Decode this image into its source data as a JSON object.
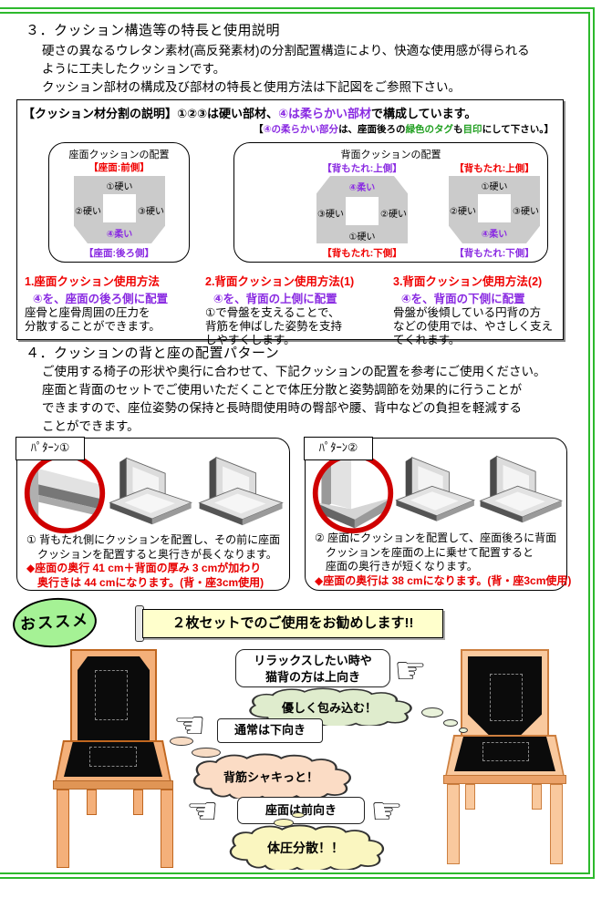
{
  "section3": {
    "heading": "３．クッション構造等の特長と使用説明",
    "body": [
      "硬さの異なるウレタン素材(高反発素材)の分割配置構造により、快適な使用感が得られる",
      "ように工夫したクッションです。",
      "クッション部材の構成及び部材の特長と使用方法は下記図をご参照下さい。"
    ]
  },
  "explain_box": {
    "title": {
      "pre": "【クッション材分割の説明】①②③は硬い部材、",
      "soft": "④は柔らかい部材",
      "post": "で構成しています。"
    },
    "note": {
      "p1": "【",
      "p2": "④の柔らかい部分",
      "p3": "は、座面後ろの",
      "p4": "緑色のタグ",
      "p5": "も",
      "p6": "目印",
      "p7": "にして下さい。】"
    },
    "seat_panel": {
      "title": "座面クッションの配置",
      "front_label": "【座面:前側】",
      "back_label": "【座面:後ろ側】",
      "top": "①硬い",
      "left": "②硬い",
      "right": "③硬い",
      "bottom": "④柔い"
    },
    "back_panel": {
      "title": "背面クッションの配置",
      "a_upper": "【背もたれ:上側】",
      "a_lower": "【背もたれ:下側】",
      "b_upper": "【背もたれ:上側】",
      "b_lower": "【背もたれ:下側】",
      "a": {
        "top": "④柔い",
        "left": "③硬い",
        "right": "②硬い",
        "bottom": "①硬い"
      },
      "b": {
        "top": "①硬い",
        "left": "②硬い",
        "right": "③硬い",
        "bottom": "④柔い"
      }
    },
    "usages": [
      {
        "title": "1.座面クッション使用方法",
        "sub": "④を、座面の後ろ側に配置",
        "lines": [
          "座骨と座骨周囲の圧力を",
          "分散することができます。"
        ]
      },
      {
        "title": "2.背面クッション使用方法(1)",
        "sub": "④を、背面の上側に配置",
        "lines": [
          "①で骨盤を支えることで、",
          "背筋を伸ばした姿勢を支持",
          "しやすくします。"
        ]
      },
      {
        "title": "3.背面クッション使用方法(2)",
        "sub": "④を、背面の下側に配置",
        "lines": [
          "骨盤が後傾している円背の方",
          "などの使用では、やさしく支え",
          "てくれます。"
        ]
      }
    ]
  },
  "section4": {
    "heading": "４．クッションの背と座の配置パターン",
    "body": [
      "ご使用する椅子の形状や奥行に合わせて、下記クッションの配置を参考にご使用ください。",
      "座面と背面のセットでご使用いただくことで体圧分散と姿勢調節を効果的に行うことが",
      "できますので、座位姿勢の保持と長時間使用時の臀部や腰、背中などの負担を軽減する",
      "ことができます。"
    ]
  },
  "patterns": [
    {
      "tab": "ﾊﾟﾀｰﾝ①",
      "lines": [
        "① 背もたれ側にクッションを配置し、その前に座面",
        "　クッションを配置すると奥行きが長くなります。"
      ],
      "red_lines": [
        "◆座面の奥行 41 cm＋背面の厚み 3 cmが加わり",
        "　奥行きは 44 cmになります。(背・座3cm使用)"
      ]
    },
    {
      "tab": "ﾊﾟﾀｰﾝ②",
      "lines": [
        "② 座面にクッションを配置して、座面後ろに背面",
        "　クッションを座面の上に乗せて配置すると",
        "　座面の奥行きが短くなります。"
      ],
      "red_lines": [
        "◆座面の奥行は 38 cmになります。(背・座3cm使用)"
      ]
    }
  ],
  "recommend": {
    "badge": "おススメ",
    "banner": "２枚セットでのご使用をお勧めします!!",
    "bubbles": {
      "relax1": "リラックスしたい時や",
      "relax2": "猫背の方は上向き",
      "wrap": "優しく包み込む！",
      "normal": "通常は下向き",
      "straight": "背筋シャキっと！",
      "front": "座面は前向き",
      "pressure": "体圧分散！！"
    },
    "hand_right": "☞",
    "hand_left": "☜"
  },
  "colors": {
    "frame_green": "#2db92d",
    "purple": "#8a2be2",
    "red": "#f00000",
    "tag_green": "#22a022",
    "diagram_gray": "#cbcbcb",
    "badge_green": "#a5f295",
    "banner_yellow": "#ffffcc",
    "cloud_green": "#dfeccd",
    "cloud_peach": "#fbdcc5",
    "cloud_yellow": "#faf6c0",
    "chair_wood_left": "#f4b07a",
    "chair_wood_right": "#f9c99e",
    "cushion_black": "#0b0b0b",
    "circle_red": "#cf0000"
  }
}
